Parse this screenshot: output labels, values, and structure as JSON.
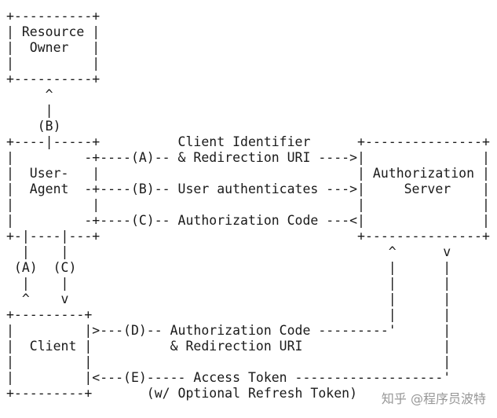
{
  "diagram": {
    "lines": [
      "+----------+",
      "| Resource |",
      "|  Owner   |",
      "|          |",
      "+----------+",
      "     ^",
      "     |",
      "    (B)",
      "+----|-----+          Client Identifier      +---------------+",
      "|         -+----(A)-- & Redirection URI ---->|               |",
      "|  User-   |                                 | Authorization |",
      "|  Agent  -+----(B)-- User authenticates --->|     Server    |",
      "|          |                                 |               |",
      "|         -+----(C)-- Authorization Code ---<|               |",
      "+-|----|---+                                 +---------------+",
      "  |    |                                         ^      v",
      " (A)  (C)                                        |      |",
      "  |    |                                         |      |",
      "  ^    v                                         |      |",
      "+---------+                                      |      |",
      "|         |>---(D)-- Authorization Code ---------'      |",
      "|  Client |          & Redirection URI                  |",
      "|         |                                             |",
      "|         |<---(E)----- Access Token -------------------'",
      "+---------+       (w/ Optional Refresh Token)"
    ]
  },
  "watermark": "知乎 @程序员波特"
}
